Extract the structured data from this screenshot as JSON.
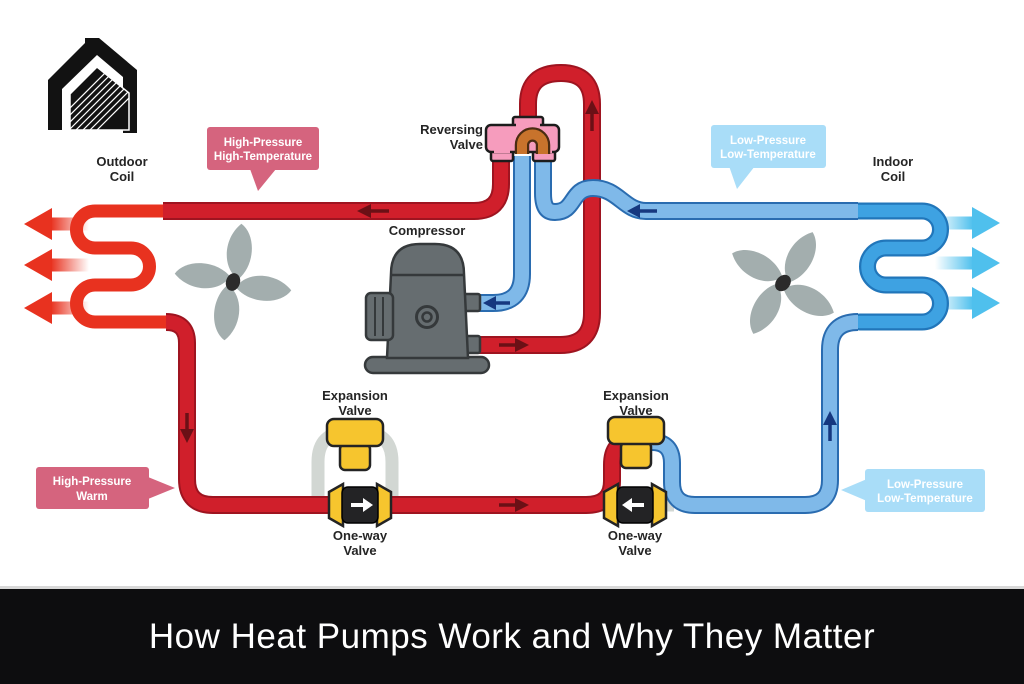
{
  "diagram": {
    "labels": {
      "outdoor_coil_line1": "Outdoor",
      "outdoor_coil_line2": "Coil",
      "indoor_coil_line1": "Indoor",
      "indoor_coil_line2": "Coil",
      "reversing_valve_line1": "Reversing",
      "reversing_valve_line2": "Valve",
      "compressor": "Compressor",
      "expansion_valve_line1": "Expansion",
      "expansion_valve_line2": "Valve",
      "one_way_valve_line1": "One-way",
      "one_way_valve_line2": "Valve"
    },
    "callouts": {
      "high_pressure_high_temp": {
        "line1": "High-Pressure",
        "line2": "High-Temperature"
      },
      "low_pressure_low_temp_top": {
        "line1": "Low-Pressure",
        "line2": "Low-Temperature"
      },
      "high_pressure_warm": {
        "line1": "High-Pressure",
        "line2": "Warm"
      },
      "low_pressure_low_temp_bottom": {
        "line1": "Low-Pressure",
        "line2": "Low-Temperature"
      }
    },
    "colors": {
      "hot_pipe": "#d01f2b",
      "hot_pipe_outline": "#9e1420",
      "hot_coil": "#e8321f",
      "cold_pipe": "#7fb9e9",
      "cold_pipe_outline": "#2a6cb0",
      "cold_coil": "#3ea2e2",
      "cold_coil_outline": "#2176ba",
      "air_arrow_cold": "#4fc0ed",
      "callout_pink": "#d5647e",
      "callout_blue": "#a9ddf8",
      "valve_yellow": "#f6c52e",
      "reversing_valve_pink": "#f69cbd",
      "reversing_valve_orange": "#c8732c",
      "bypass_gray": "#d2d7d3",
      "component_gray": "#666d70",
      "fan_gray": "#a3aeae"
    }
  },
  "title_bar": {
    "title": "How Heat Pumps Work and Why They Matter",
    "background": "#0d0d0f",
    "text_color": "#ffffff"
  }
}
